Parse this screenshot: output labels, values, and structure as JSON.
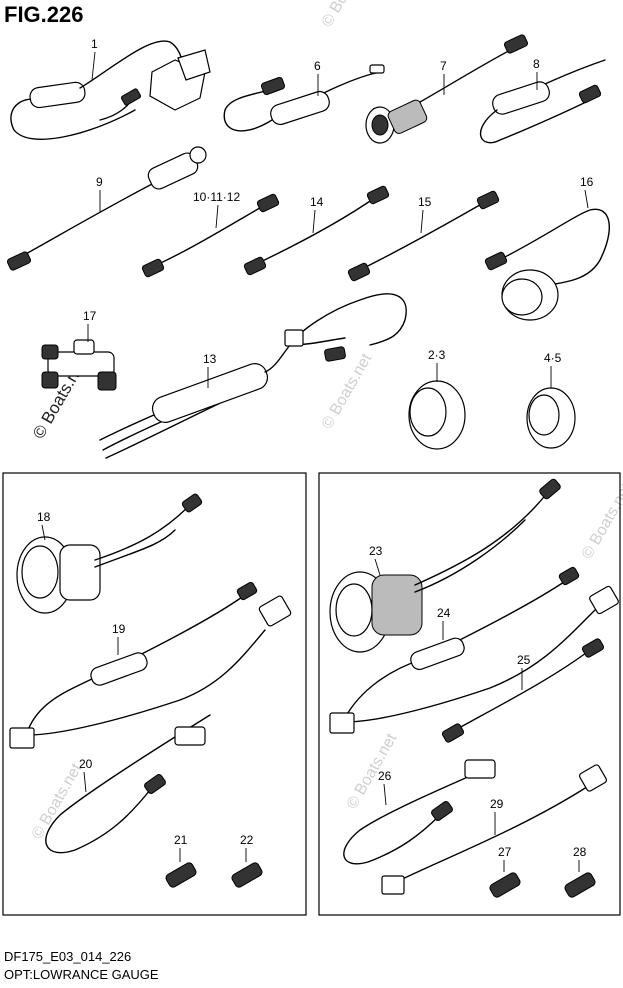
{
  "figure": {
    "title": "FIG.226"
  },
  "footer": {
    "model_code": "DF175_E03_014_226",
    "caption": "OPT:LOWRANCE GAUGE"
  },
  "watermarks": [
    "© Boats.net",
    "© Boats.net",
    "© Boats.net",
    "© Boats.net",
    "© Boats.net",
    "© Boats.net"
  ],
  "callouts": [
    "1",
    "6",
    "7",
    "8",
    "9",
    "10·11·12",
    "14",
    "15",
    "16",
    "17",
    "13",
    "2·3",
    "4·5",
    "18",
    "19",
    "20",
    "21",
    "22",
    "23",
    "24",
    "25",
    "26",
    "29",
    "27",
    "28"
  ]
}
